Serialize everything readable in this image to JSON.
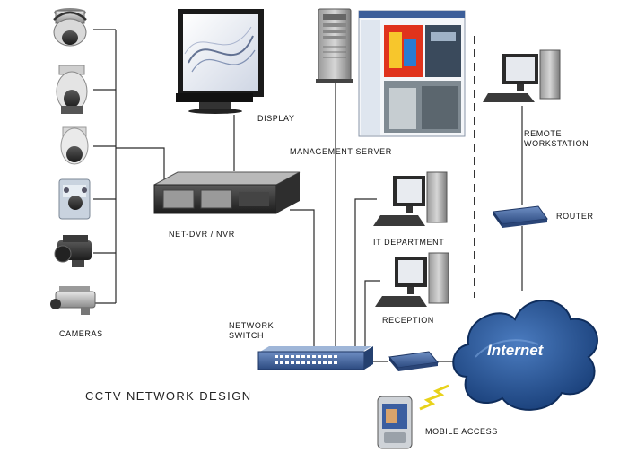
{
  "title": "CCTV  NETWORK  DESIGN",
  "labels": {
    "display": "DISPLAY",
    "management_server": "MANAGEMENT  SERVER",
    "remote_workstation_1": "REMOTE",
    "remote_workstation_2": "WORKSTATION",
    "router": "ROUTER",
    "net_dvr": "NET-DVR  /  NVR",
    "it_department": "IT  DEPARTMENT",
    "reception": "RECEPTION",
    "network_switch_1": "NETWORK",
    "network_switch_2": "SWITCH",
    "cameras": "CAMERAS",
    "internet": "Internet",
    "mobile_access": "MOBILE  ACCESS"
  },
  "colors": {
    "cloud": "#1f4e8f",
    "switch": "#3a5f9a",
    "router": "#2d4f86",
    "line": "#2a2a2a"
  }
}
